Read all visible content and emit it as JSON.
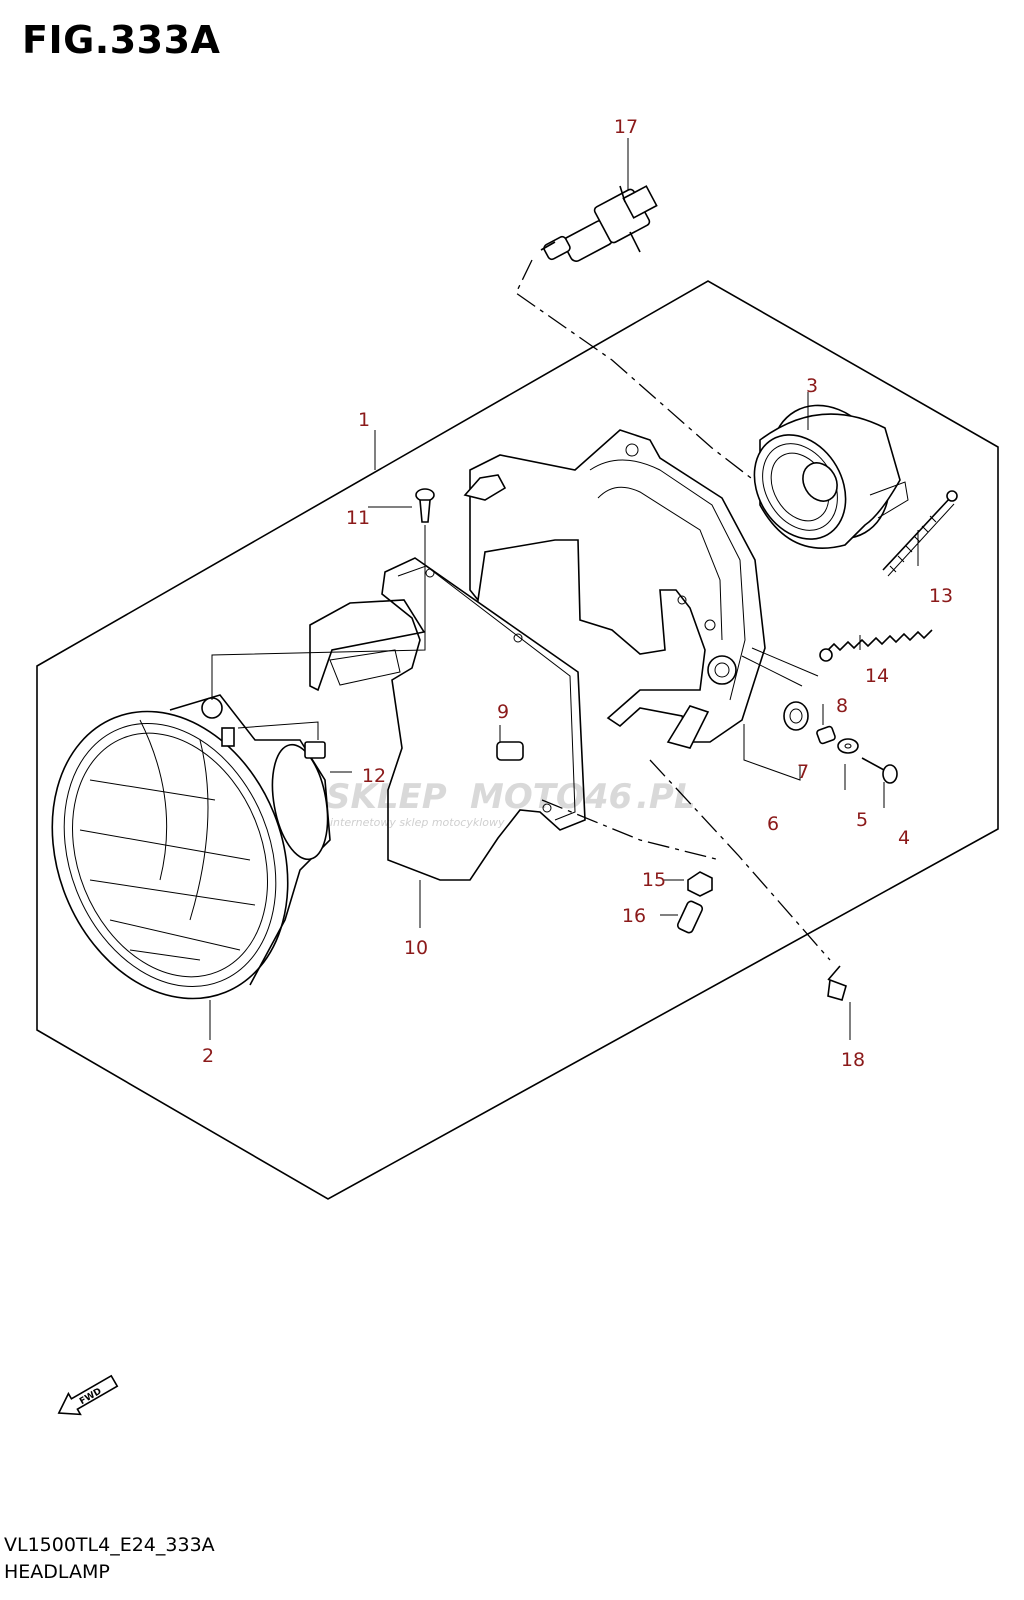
{
  "figure": {
    "title": "FIG.333A",
    "model_code": "VL1500TL4_E24_333A",
    "name": "HEADLAMP"
  },
  "watermark": {
    "brand_a": "SKLEP",
    "brand_b": "MOTO46",
    "brand_c": ".PL",
    "tagline": "internetowy sklep motocyklowy"
  },
  "direction_marker": "FWD",
  "callouts": [
    "1",
    "2",
    "3",
    "4",
    "5",
    "6",
    "7",
    "8",
    "9",
    "10",
    "11",
    "12",
    "13",
    "14",
    "15",
    "16",
    "17",
    "18"
  ],
  "colors": {
    "callout": "#8b1a1a",
    "line": "#000000",
    "watermark": "#bbbbbb"
  }
}
